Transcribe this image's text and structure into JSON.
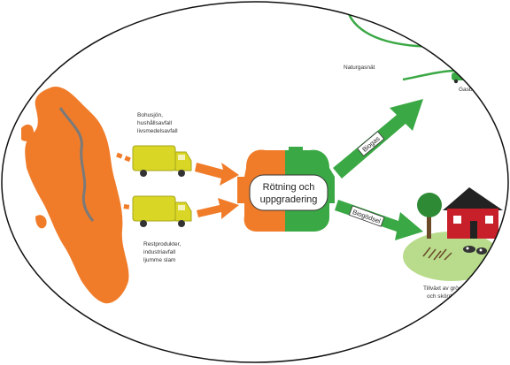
{
  "diagram": {
    "center_label_line1": "Rötning och",
    "center_label_line2": "uppgradering",
    "arrow_upper_label": "Biogas",
    "arrow_lower_label": "Biogödsel",
    "source_top_line1": "Bohusjön,",
    "source_top_line2": "hushållsavfall",
    "source_top_line3": "livsmedelsavfall",
    "source_bottom_line1": "Restprodukter,",
    "source_bottom_line2": "industriavfall",
    "source_bottom_line3": "ljumme slam",
    "network_label": "Naturgasnät",
    "network_label_2": "Gasbil",
    "farm_label_line1": "Tillväxt av grödor",
    "farm_label_line2": "och skörd"
  },
  "colors": {
    "orange": "#f07c2a",
    "green": "#3aa844",
    "truck_yellow": "#d9d625",
    "house_red": "#c8202a",
    "tree_green": "#2e8a35",
    "ground_green": "#b9dc8c"
  }
}
